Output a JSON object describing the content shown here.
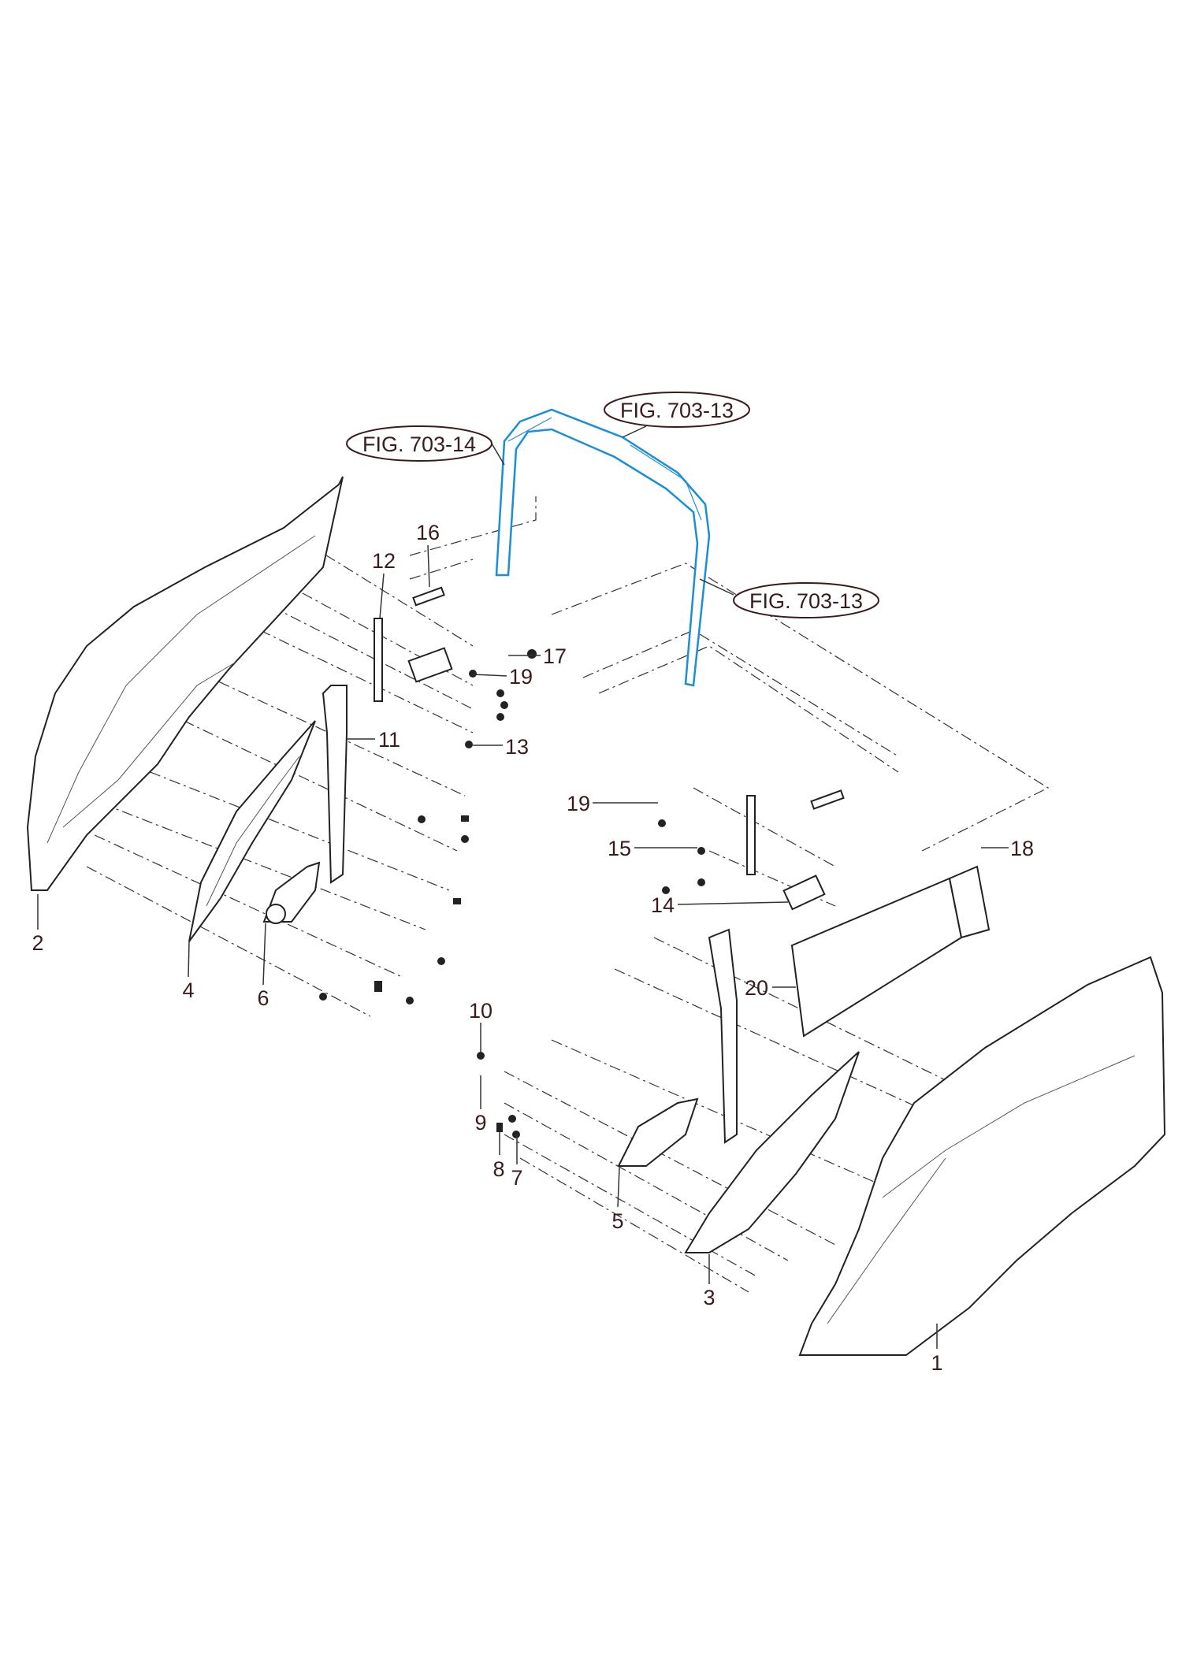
{
  "figure_refs": {
    "top": "FIG. 703-13",
    "left": "FIG. 703-14",
    "right": "FIG. 703-13"
  },
  "part_labels": [
    "1",
    "2",
    "3",
    "4",
    "5",
    "6",
    "7",
    "8",
    "9",
    "10",
    "11",
    "12",
    "13",
    "14",
    "15",
    "16",
    "17",
    "18",
    "19",
    "19",
    "20"
  ],
  "colors": {
    "highlight": "#1a8fd8",
    "line": "#222222",
    "label": "#3a1c1c"
  }
}
